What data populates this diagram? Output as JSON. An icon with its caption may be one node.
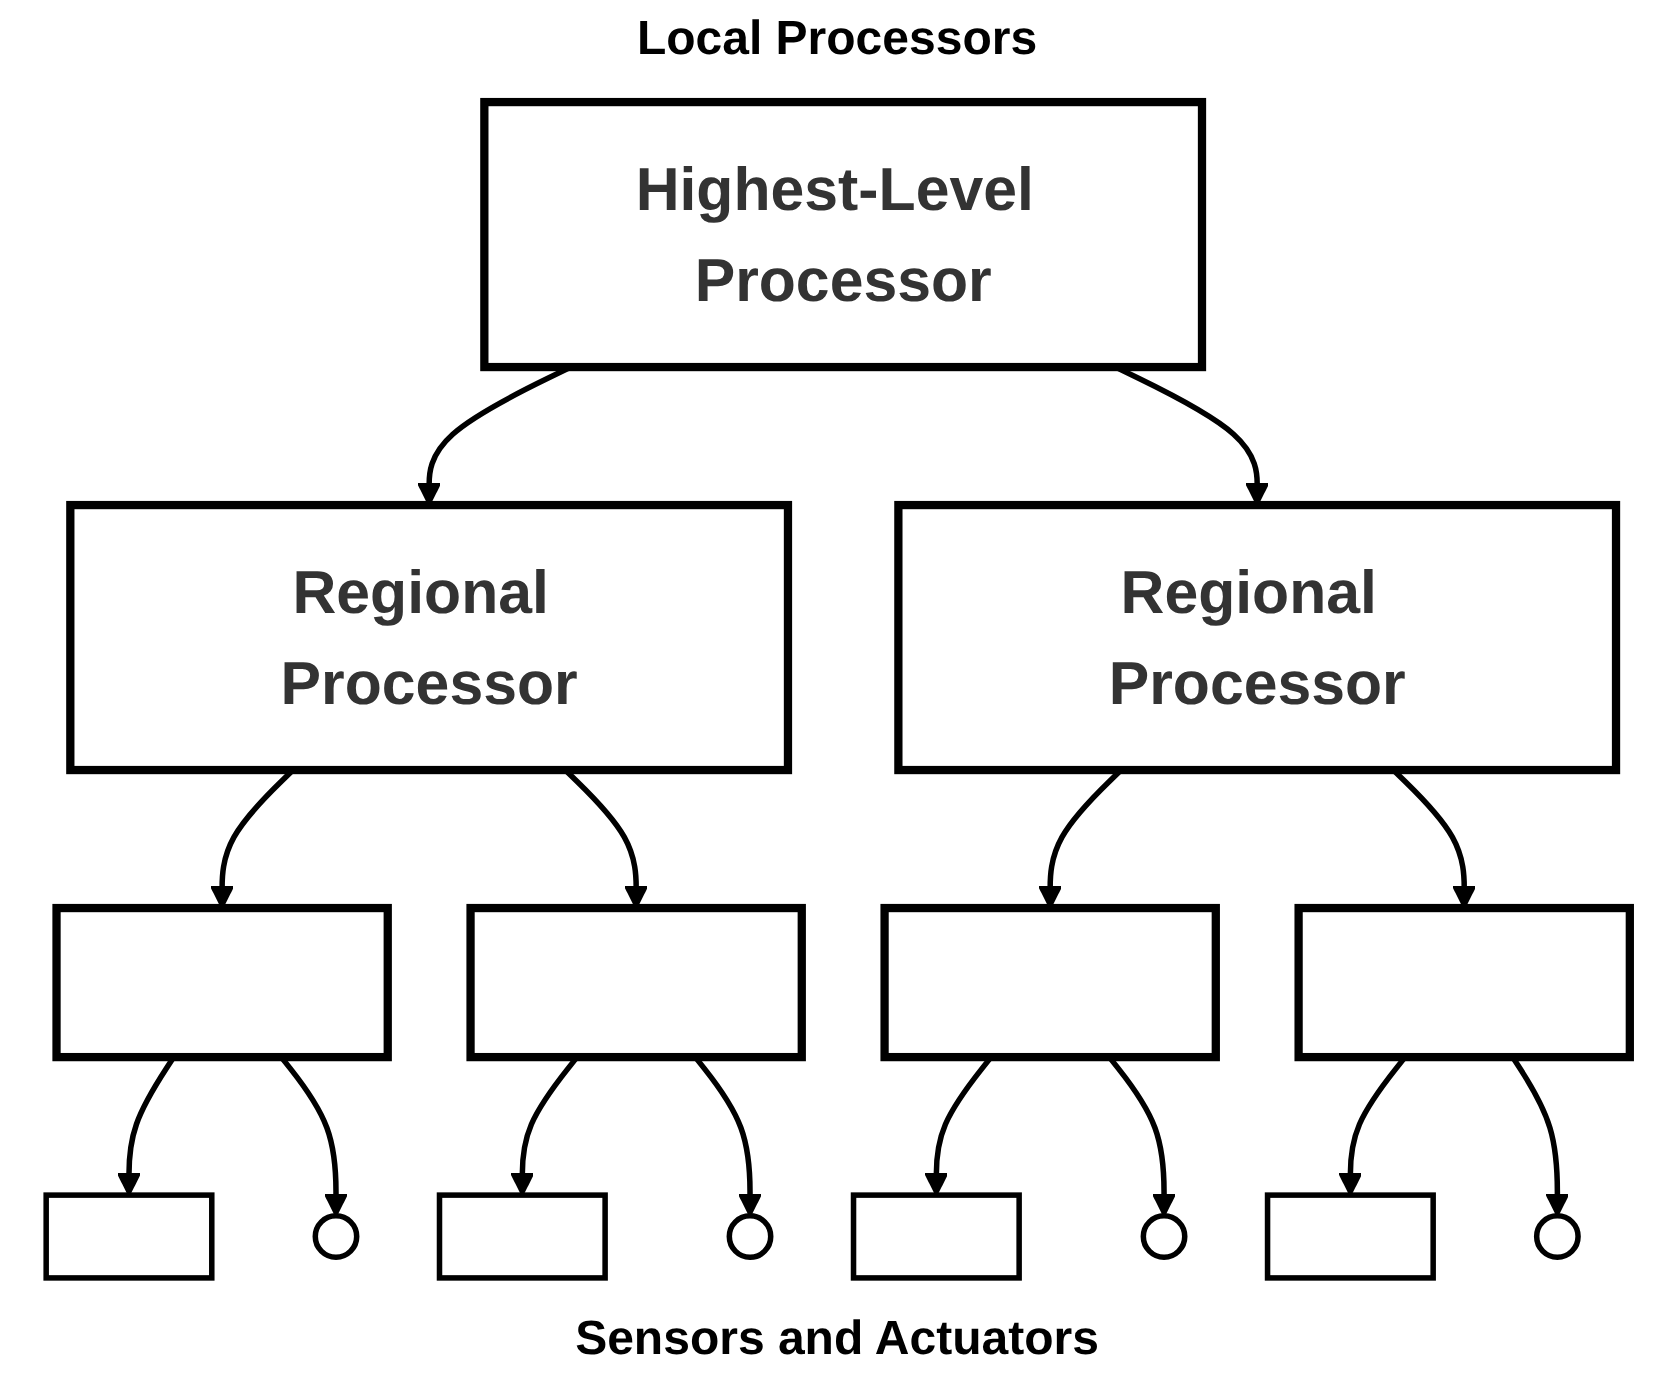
{
  "diagram": {
    "nodes": [
      {
        "text": [
          "Highest-Level Processor"
        ]
      },
      {
        "text": [
          "Regional Processor"
        ]
      },
      {
        "text": [
          "Regional Processor"
        ]
      },
      {
        "text": [],
        "shape": "box"
      },
      {
        "text": [],
        "shape": "box"
      },
      {
        "text": [],
        "shape": "box"
      },
      {
        "text": [],
        "shape": "box"
      },
      {
        "text": [],
        "shape": "box"
      },
      {
        "text": [],
        "shape": "circle"
      },
      {
        "text": [],
        "shape": "box"
      },
      {
        "text": [],
        "shape": "circle"
      },
      {
        "text": [],
        "shape": "box"
      },
      {
        "text": [],
        "shape": "circle"
      },
      {
        "text": [],
        "shape": "box"
      },
      {
        "text": [],
        "shape": "circle"
      }
    ],
    "edges": [
      {
        "from": 0,
        "to": 1,
        "arrow": "to"
      },
      {
        "from": 0,
        "to": 2,
        "arrow": "to"
      },
      {
        "from": 1,
        "to": 3,
        "arrow": "to"
      },
      {
        "from": 1,
        "to": 4,
        "arrow": "to"
      },
      {
        "from": 2,
        "to": 5,
        "arrow": "to"
      },
      {
        "from": 2,
        "to": 6,
        "arrow": "to"
      },
      {
        "from": 3,
        "to": 7,
        "arrow": "to"
      },
      {
        "from": 3,
        "to": 8,
        "arrow": "to"
      },
      {
        "from": 4,
        "to": 9,
        "arrow": "to"
      },
      {
        "from": 4,
        "to": 10,
        "arrow": "to"
      },
      {
        "from": 5,
        "to": 11,
        "arrow": "to"
      },
      {
        "from": 5,
        "to": 12,
        "arrow": "to"
      },
      {
        "from": 6,
        "to": 13,
        "arrow": "to"
      },
      {
        "from": 6,
        "to": 14,
        "arrow": "to"
      }
    ],
    "labels": [
      "Local Processors",
      "Sensors and Actuators"
    ]
  }
}
